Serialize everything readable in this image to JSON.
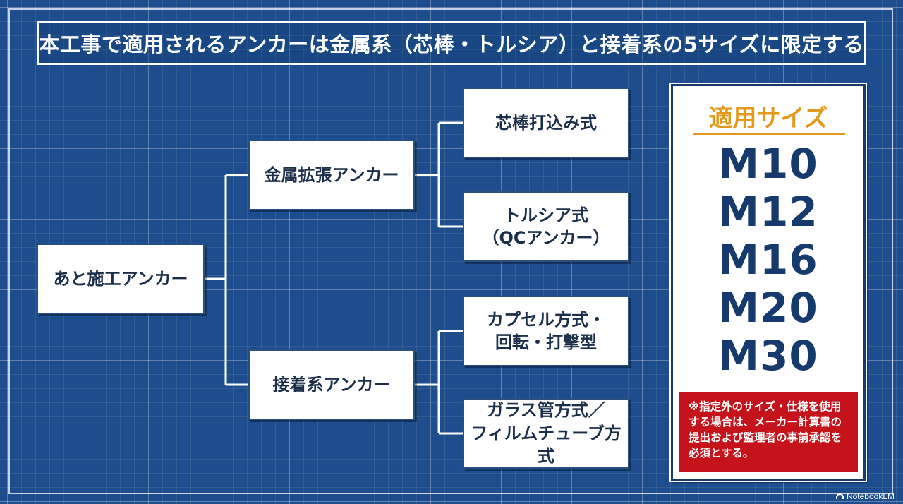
{
  "title": "本工事で適用されるアンカーは金属系（芯棒・トルシア）と接着系の5サイズに限定する",
  "tree": {
    "root": "あと施工アンカー",
    "metal": {
      "label": "金属拡張アンカー",
      "children": [
        "芯棒打込み式",
        "トルシア式\n（QCアンカー）"
      ]
    },
    "adhesive": {
      "label": "接着系アンカー",
      "children": [
        "カプセル方式・\n回転・打撃型",
        "ガラス管方式／\nフィルムチューブ方式"
      ]
    }
  },
  "sizes": {
    "heading": "適用サイズ",
    "items": [
      "M10",
      "M12",
      "M16",
      "M20",
      "M30"
    ],
    "note": "※指定外のサイズ・仕様を使用する場合は、メーカー計算書の提出および監理者の事前承認を必須とする。"
  },
  "watermark": "NotebookLM",
  "colors": {
    "background": "#1d4d8c",
    "accent": "#e39a1c",
    "size_text": "#173a6e",
    "note_bg": "#c4131b"
  }
}
